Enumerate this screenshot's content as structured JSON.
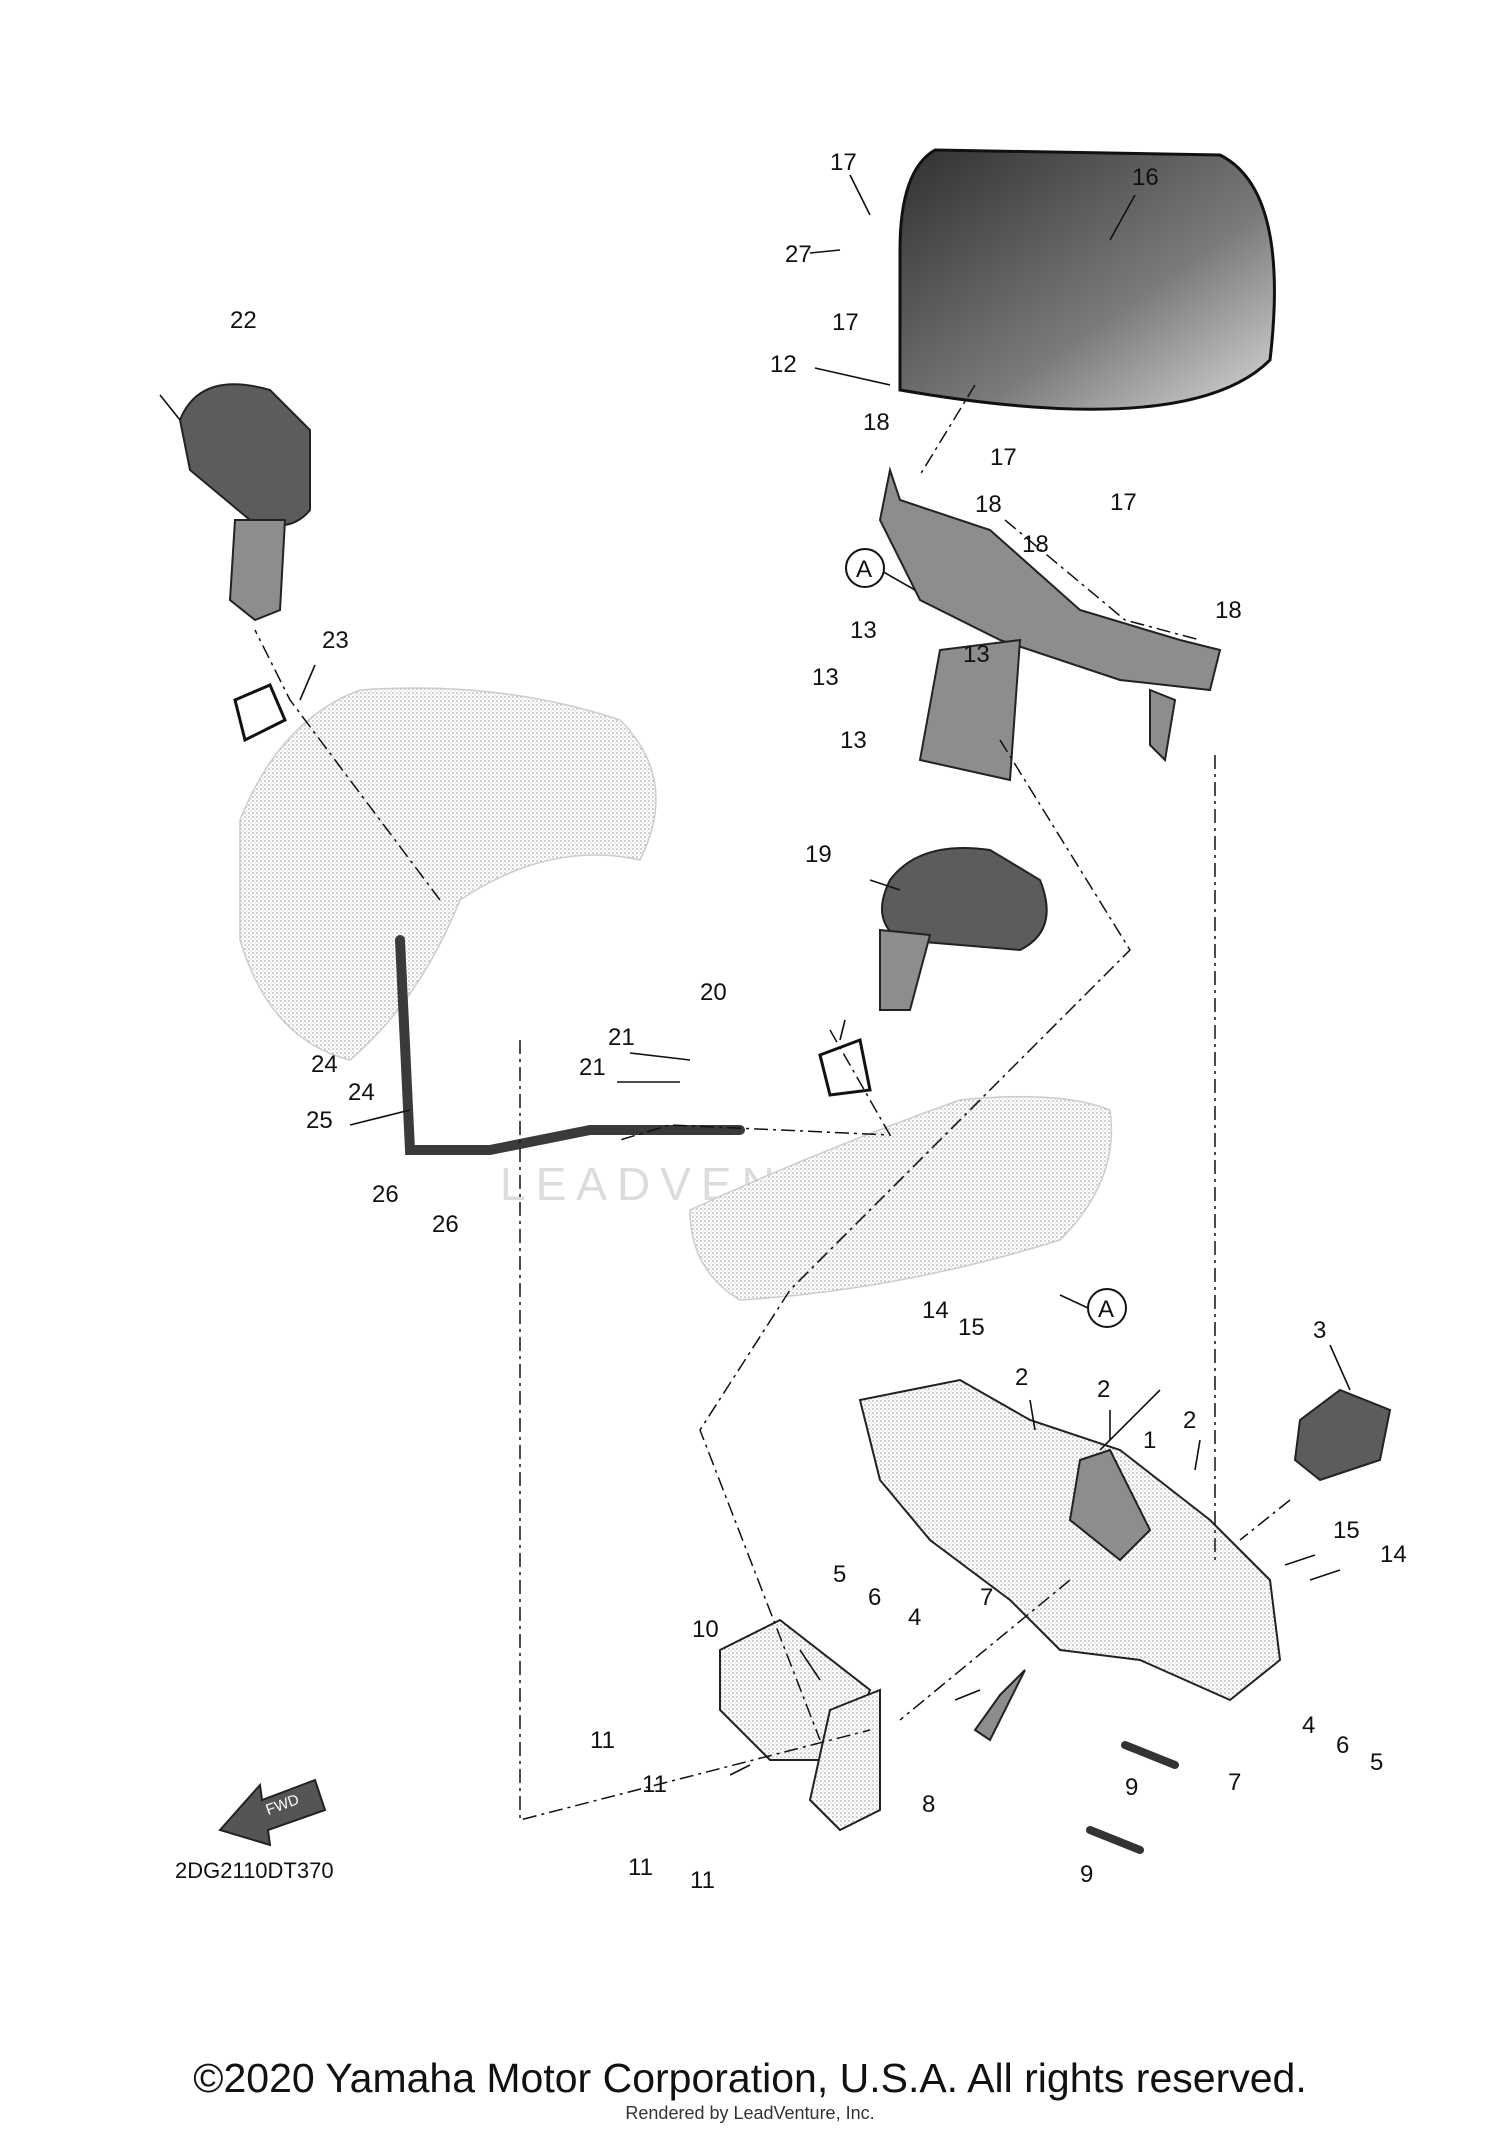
{
  "diagram": {
    "code": "2DG2110DT370",
    "fwd_label": "FWD",
    "reference_letter": "A",
    "callouts": [
      "1",
      "2",
      "3",
      "4",
      "5",
      "6",
      "7",
      "8",
      "9",
      "10",
      "11",
      "12",
      "13",
      "14",
      "15",
      "16",
      "17",
      "18",
      "19",
      "20",
      "21",
      "22",
      "23",
      "24",
      "25",
      "26",
      "27"
    ]
  },
  "footer": {
    "copyright": "©2020 Yamaha Motor Corporation, U.S.A. All rights reserved.",
    "rendered_by": "Rendered by LeadVenture, Inc."
  },
  "watermark": "LEADVENTURE"
}
